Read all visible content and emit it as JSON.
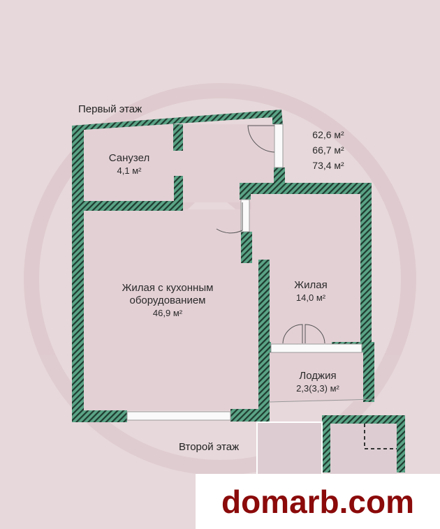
{
  "floors": {
    "first": "Первый этаж",
    "second": "Второй этаж"
  },
  "totals": [
    "62,6 м²",
    "66,7 м²",
    "73,4 м²"
  ],
  "rooms": [
    {
      "name": "Санузел",
      "area": "4,1 м²"
    },
    {
      "name": "Жилая с кухонным оборудованием",
      "area": "46,9 м²"
    },
    {
      "name": "Жилая",
      "area": "14,0 м²"
    },
    {
      "name": "Лоджия",
      "area": "2,3(3,3) м²"
    }
  ],
  "brand": "domarb.com",
  "colors": {
    "background": "#e7d8db",
    "wall": "#4f9a7c",
    "brand": "#8b0a0a"
  }
}
